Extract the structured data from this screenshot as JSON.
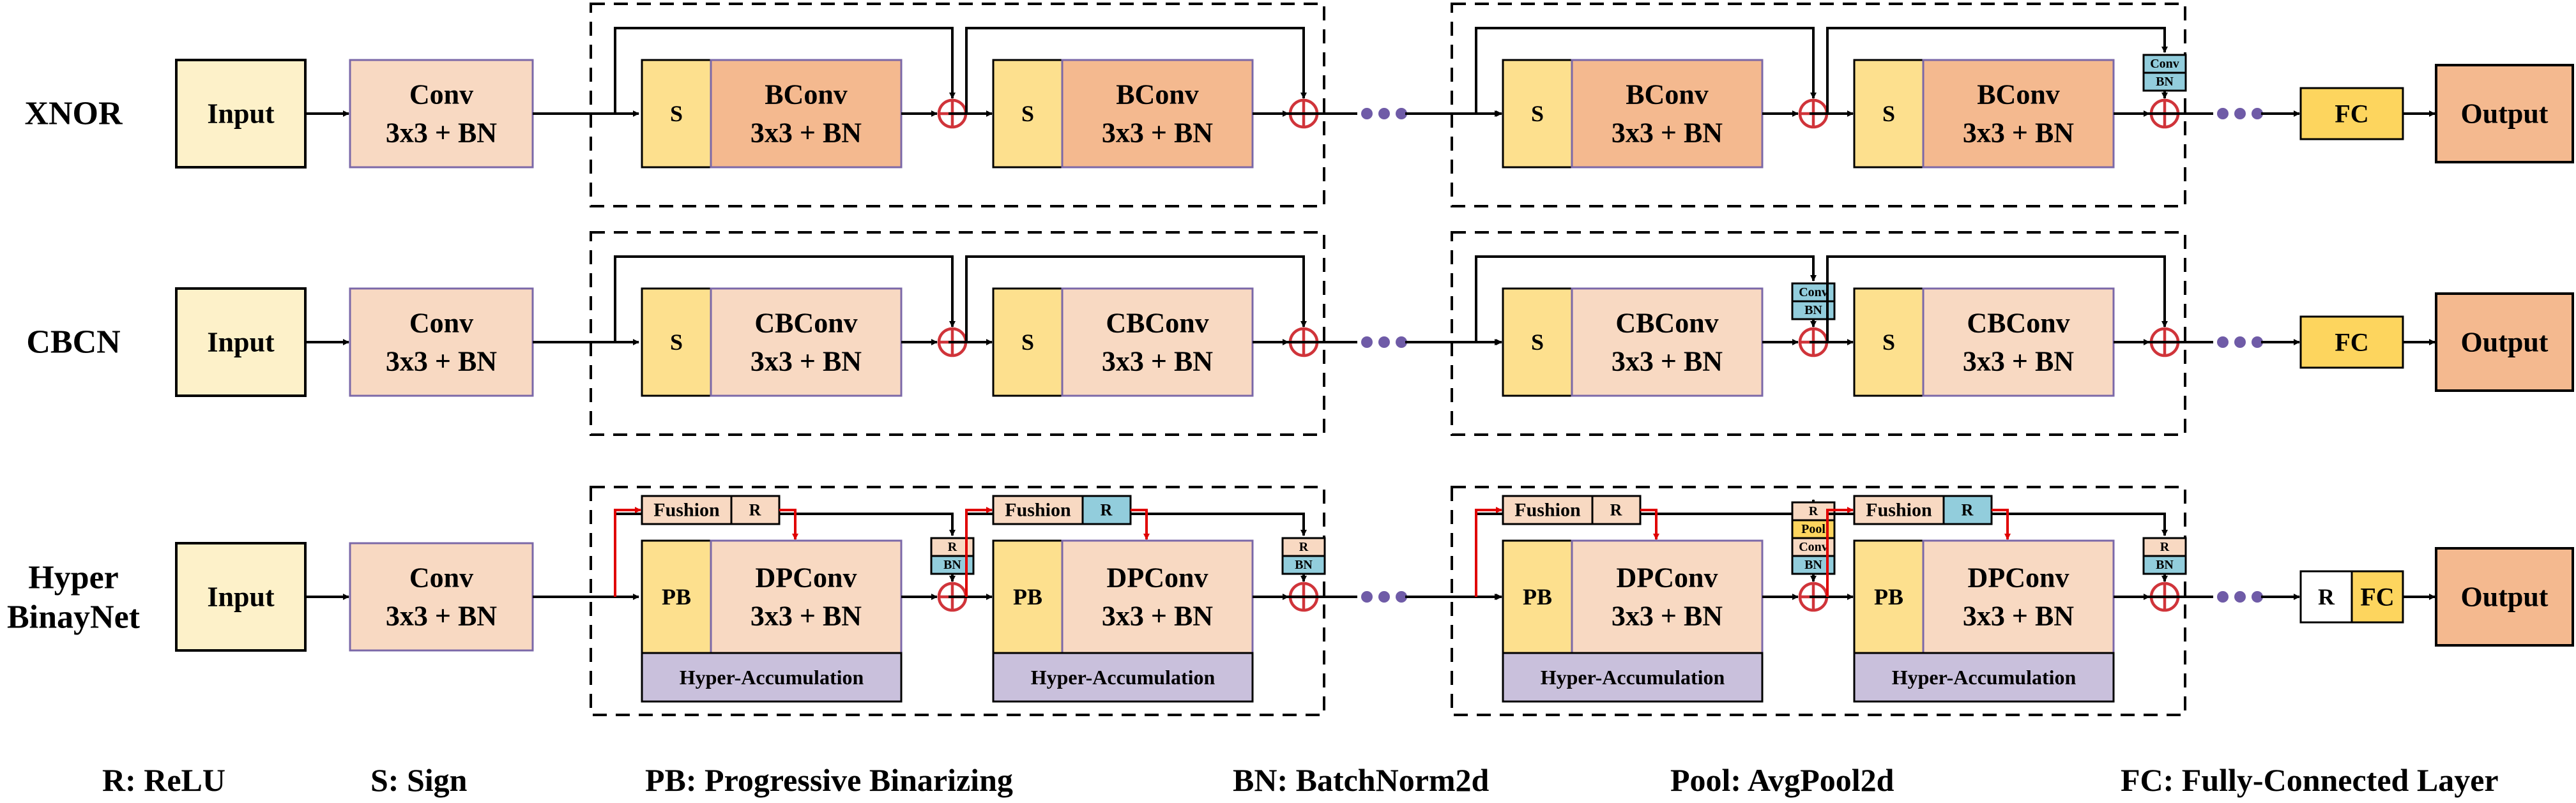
{
  "rows": [
    {
      "id": "xnor",
      "name_lines": [
        "XNOR"
      ],
      "input": "Input",
      "conv": [
        "Conv",
        "3x3 + BN"
      ],
      "dots": "•••",
      "output": "Output",
      "fc": "FC",
      "blocks": [
        {
          "s": "S",
          "main": [
            "BConv",
            "3x3 + BN"
          ],
          "shortcut": ""
        },
        {
          "s": "S",
          "main": [
            "BConv",
            "3x3 + BN"
          ],
          "shortcut": ""
        },
        {
          "s": "S",
          "main": [
            "BConv",
            "3x3 + BN"
          ],
          "shortcut": ""
        },
        {
          "s": "S",
          "main": [
            "BConv",
            "3x3 + BN"
          ],
          "shortcut": "Conv BN"
        }
      ]
    },
    {
      "id": "cbcn",
      "name_lines": [
        "CBCN"
      ],
      "input": "Input",
      "conv": [
        "Conv",
        "3x3 + BN"
      ],
      "dots": "•••",
      "output": "Output",
      "fc": "FC",
      "blocks": [
        {
          "s": "S",
          "main": [
            "CBConv",
            "3x3 + BN"
          ],
          "shortcut": ""
        },
        {
          "s": "S",
          "main": [
            "CBConv",
            "3x3 + BN"
          ],
          "shortcut": ""
        },
        {
          "s": "S",
          "main": [
            "CBConv",
            "3x3 + BN"
          ],
          "shortcut": "Conv BN"
        },
        {
          "s": "S",
          "main": [
            "CBConv",
            "3x3 + BN"
          ],
          "shortcut": ""
        }
      ]
    },
    {
      "id": "hyper",
      "name_lines": [
        "Hyper",
        "BinayNet"
      ],
      "input": "Input",
      "conv": [
        "Conv",
        "3x3 + BN"
      ],
      "dots": "•••",
      "output": "Output",
      "fc": "FC",
      "fc_relu": "R",
      "blocks": [
        {
          "s": "PB",
          "main": [
            "DPConv",
            "3x3 + BN"
          ],
          "fushion": "Fushion",
          "fushion_r": "R",
          "fushion_r_color": "orange",
          "acc": "Hyper-Accumulation",
          "shortcut": "R BN"
        },
        {
          "s": "PB",
          "main": [
            "DPConv",
            "3x3 + BN"
          ],
          "fushion": "Fushion",
          "fushion_r": "R",
          "fushion_r_color": "blue",
          "acc": "Hyper-Accumulation",
          "shortcut": "R BN"
        },
        {
          "s": "PB",
          "main": [
            "DPConv",
            "3x3 + BN"
          ],
          "fushion": "Fushion",
          "fushion_r": "R",
          "fushion_r_color": "orange",
          "acc": "Hyper-Accumulation",
          "shortcut": "R Pool Conv BN"
        },
        {
          "s": "PB",
          "main": [
            "DPConv",
            "3x3 + BN"
          ],
          "fushion": "Fushion",
          "fushion_r": "R",
          "fushion_r_color": "blue",
          "acc": "Hyper-Accumulation",
          "shortcut": "R BN"
        }
      ]
    }
  ],
  "legend": [
    "R:  ReLU",
    "S: Sign",
    "PB: Progressive Binarizing",
    "BN: BatchNorm2d",
    "Pool: AvgPool2d",
    "FC: Fully-Connected Layer"
  ],
  "colors": {
    "input_fill": "#fdf1c9",
    "conv_fill": "#f8d9c2",
    "conv_stroke": "#7b68a8",
    "sign_fill": "#fde08e",
    "bconv_fill": "#f4b98f",
    "cbconv_fill": "#f8d9c2",
    "fc_fill": "#fdd55e",
    "output_fill": "#f4b98f",
    "blue_fill": "#92cddc",
    "acc_fill": "#c9c0dc",
    "plus_red": "#d0343a",
    "arrow_red": "#e00000",
    "dots": "#6f5ba7"
  }
}
